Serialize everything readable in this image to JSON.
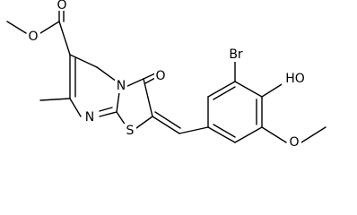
{
  "molecule": {
    "atoms": {
      "o_carbonyl": "O",
      "o_ester": "O",
      "n_ring": "N",
      "n_imine": "N",
      "o_ketone": "O",
      "s_thiazole": "S",
      "br": "Br",
      "oh": "HO",
      "o_methoxy": "O"
    }
  }
}
